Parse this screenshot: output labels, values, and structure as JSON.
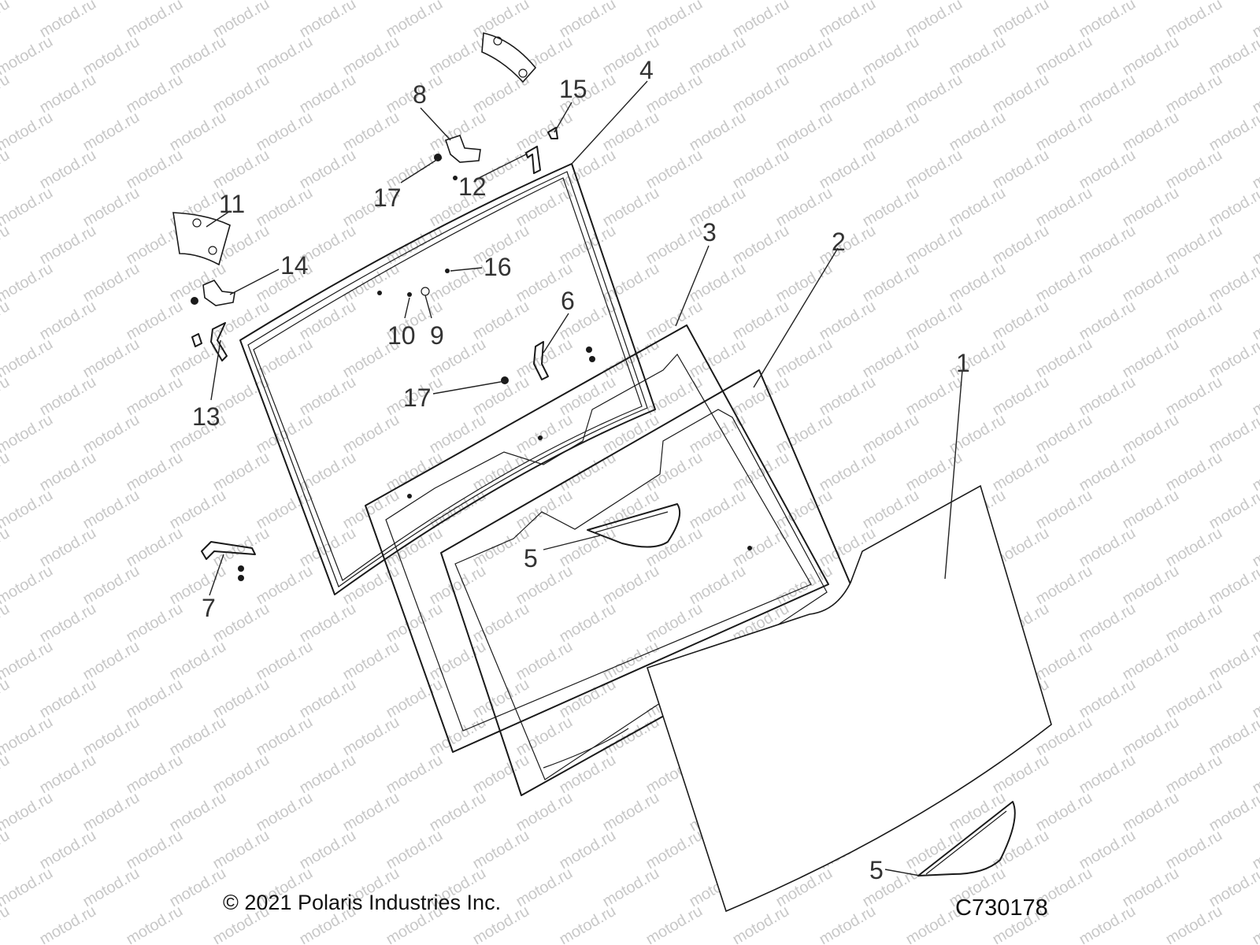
{
  "watermark": {
    "text": "motod.ru"
  },
  "callouts": [
    "1",
    "2",
    "3",
    "4",
    "5",
    "5",
    "6",
    "7",
    "8",
    "9",
    "10",
    "11",
    "12",
    "13",
    "14",
    "15",
    "16",
    "17",
    "17"
  ],
  "footer": {
    "copyright": "© 2021 Polaris Industries Inc.",
    "drawing_id": "C730178"
  },
  "colors": {
    "line": "#1a1a1a",
    "watermark": "#c8c8c8",
    "background": "#ffffff"
  }
}
